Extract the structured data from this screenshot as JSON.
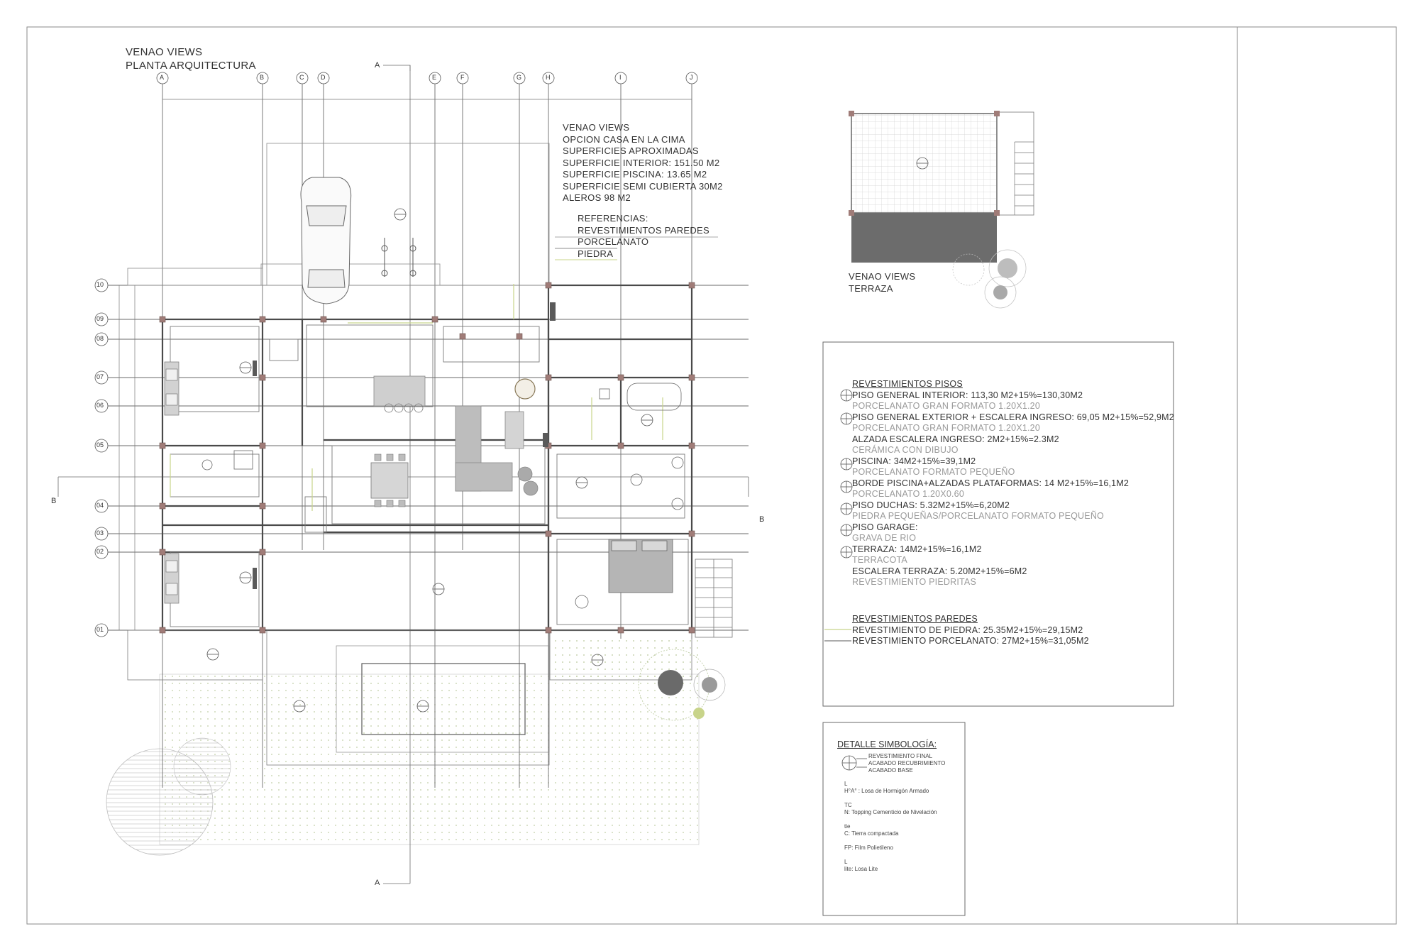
{
  "plan": {
    "title_line1": "VENAO VIEWS",
    "title_line2": "PLANTA ARQUITECTURA",
    "grid_columns": [
      "A",
      "B",
      "C",
      "D",
      "E",
      "F",
      "G",
      "H",
      "I",
      "J"
    ],
    "grid_rows": [
      "10",
      "09",
      "08",
      "07",
      "06",
      "05",
      "04",
      "03",
      "02",
      "01"
    ],
    "section_marker": "A",
    "section_b": "B"
  },
  "summary": {
    "lines": [
      "VENAO VIEWS",
      "OPCION CASA EN LA CIMA",
      "SUPERFICIES APROXIMADAS",
      "SUPERFICIE INTERIOR: 151.50 M2",
      "SUPERFICIE PISCINA: 13.65 M2",
      "SUPERFICIE SEMI CUBIERTA 30M2",
      "ALEROS 98 M2"
    ]
  },
  "references": {
    "heading": "REFERENCIAS:",
    "items": [
      "REVESTIMIENTOS PAREDES",
      "PORCELANATO",
      "PIEDRA"
    ]
  },
  "terrace": {
    "title_line1": "VENAO VIEWS",
    "title_line2": "TERRAZA"
  },
  "floors": {
    "heading": "REVESTIMIENTOS PISOS",
    "items": [
      {
        "main": "PISO GENERAL INTERIOR: 113,30 M2+15%=130,30M2",
        "sub": "PORCELANATO GRAN FORMATO  1.20X1.20",
        "symbol": true
      },
      {
        "main": "PISO GENERAL EXTERIOR + ESCALERA INGRESO: 69,05 M2+15%=52,9M2",
        "sub": "PORCELANATO GRAN FORMATO  1.20X1.20",
        "symbol": true
      },
      {
        "main": "ALZADA ESCALERA INGRESO: 2M2+15%=2.3M2",
        "sub": "CERÁMICA CON DIBUJO",
        "symbol": false
      },
      {
        "main": "PISCINA: 34M2+15%=39,1M2",
        "sub": "PORCELANATO FORMATO PEQUEÑO",
        "symbol": true
      },
      {
        "main": "BORDE PISCINA+ALZADAS PLATAFORMAS: 14 M2+15%=16,1M2",
        "sub": "PORCELANATO 1.20X0.60",
        "symbol": true
      },
      {
        "main": "PISO DUCHAS:  5.32M2+15%=6,20M2",
        "sub": "PIEDRA PEQUEÑAS/PORCELANATO FORMATO PEQUEÑO",
        "symbol": true
      },
      {
        "main": "PISO GARAGE:",
        "sub": "GRAVA DE RIO",
        "symbol": true
      },
      {
        "main": "TERRAZA: 14M2+15%=16,1M2",
        "sub": "TERRACOTA",
        "symbol": true
      },
      {
        "main": "ESCALERA TERRAZA: 5.20M2+15%=6M2",
        "sub": "REVESTIMIENTO PIEDRITAS",
        "symbol": false
      }
    ]
  },
  "walls": {
    "heading": "REVESTIMIENTOS PAREDES",
    "items": [
      "REVESTIMIENTO DE PIEDRA: 25.35M2+15%=29,15M2",
      "REVESTIMIENTO PORCELANATO: 27M2+15%=31,05M2"
    ],
    "colors": [
      "#c8d48a",
      "#7a7a7a"
    ]
  },
  "symbology": {
    "heading": "DETALLE SIMBOLOGÍA:",
    "legend": [
      "REVESTIMIENTO FINAL",
      "ACABADO RECUBRIMIENTO",
      "ACABADO BASE"
    ],
    "entries": [
      {
        "code": "L",
        "text": "H°A° : Losa de Hormigón Armado"
      },
      {
        "code": "TC",
        "text": "N: Topping Cementicio de Nivelación"
      },
      {
        "code": "tie",
        "text": "C: Tierra compactada"
      },
      {
        "code": "",
        "text": "FP: Film Polietileno"
      },
      {
        "code": "L",
        "text": "lite: Losa Lite"
      }
    ]
  },
  "colors": {
    "line": "#555555",
    "light_line": "#9a9a9a",
    "column": "#a07c78",
    "stone": "#c8d48a",
    "dark_fill": "#6c6c6c",
    "sofa": "#b8b8b8",
    "bed": "#b0b0b0"
  }
}
